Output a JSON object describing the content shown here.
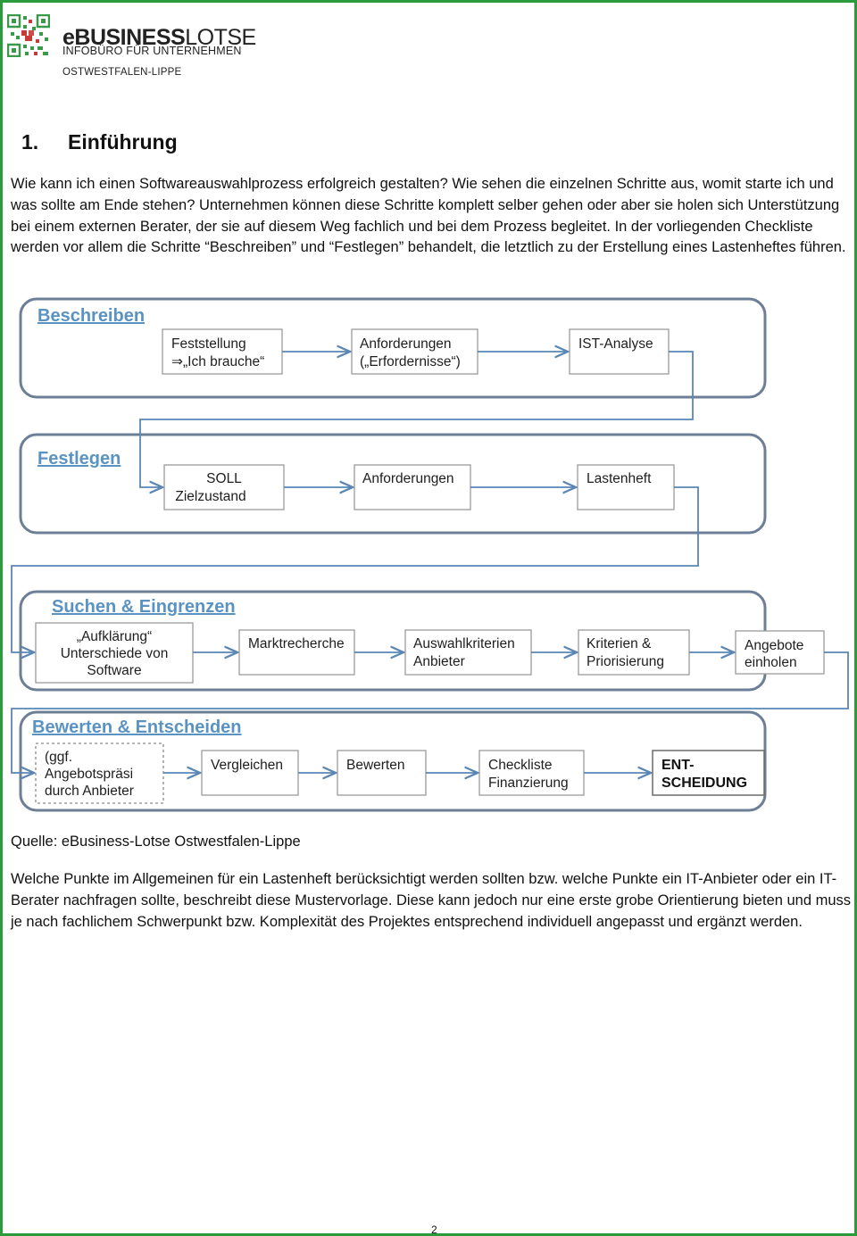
{
  "header": {
    "brand_bold": "eBUSINESS",
    "brand_light": "LOTSE",
    "subtitle_1": "INFOBÜRO FÜR UNTERNEHMEN",
    "subtitle_2": "OSTWESTFALEN-LIPPE"
  },
  "section": {
    "number": "1.",
    "title": "Einführung"
  },
  "intro_paragraph": "Wie kann ich einen Softwareauswahlprozess erfolgreich gestalten? Wie sehen die einzelnen Schritte aus, womit starte ich und was sollte am Ende stehen? Unternehmen können diese Schritte komplett selber gehen oder aber sie holen sich Unterstützung bei einem externen Berater, der sie auf diesem Weg fachlich und bei dem Prozess begleitet. In der vorliegenden Checkliste werden vor allem die Schritte “Beschreiben” und “Festlegen” behandelt, die letztlich zu der Erstellung eines Lastenheftes führen.",
  "diagram": {
    "phases": [
      {
        "title": "Beschreiben",
        "steps": [
          {
            "lines": [
              "Feststellung",
              "⇒„Ich brauche“"
            ]
          },
          {
            "lines": [
              "Anforderungen",
              "(„Erfordernisse“)"
            ]
          },
          {
            "lines": [
              "IST-Analyse"
            ]
          }
        ]
      },
      {
        "title": "Festlegen",
        "steps": [
          {
            "lines": [
              "SOLL",
              "Zielzustand"
            ]
          },
          {
            "lines": [
              "Anforderungen"
            ]
          },
          {
            "lines": [
              "Lastenheft"
            ]
          }
        ]
      },
      {
        "title": "Suchen & Eingrenzen",
        "steps": [
          {
            "lines": [
              "„Aufklärung“",
              "Unterschiede von",
              "Software"
            ]
          },
          {
            "lines": [
              "Marktrecherche"
            ]
          },
          {
            "lines": [
              "Auswahlkriterien",
              "Anbieter"
            ]
          },
          {
            "lines": [
              "Kriterien &",
              "Priorisierung"
            ]
          },
          {
            "lines": [
              "Angebote",
              "einholen"
            ]
          }
        ]
      },
      {
        "title": "Bewerten & Entscheiden",
        "steps": [
          {
            "lines": [
              "(ggf.",
              "Angebotspräsi",
              "durch Anbieter"
            ]
          },
          {
            "lines": [
              "Vergleichen"
            ]
          },
          {
            "lines": [
              "Bewerten"
            ]
          },
          {
            "lines": [
              "Checkliste",
              "Finanzierung"
            ]
          },
          {
            "lines": [
              "ENT-",
              "SCHEIDUNG"
            ]
          }
        ]
      }
    ],
    "colors": {
      "phase_border": "#6d7f96",
      "arrow": "#5a86b4",
      "title": "#5a93c2",
      "box_border": "#9a9a9a"
    }
  },
  "source_text": "Quelle: eBusiness-Lotse Ostwestfalen-Lippe",
  "closing_paragraph": "Welche Punkte im Allgemeinen für ein Lastenheft berücksichtigt werden sollten bzw. welche Punkte ein IT-Anbieter oder ein IT-Berater nachfragen sollte, beschreibt diese Mustervorlage. Diese kann jedoch nur eine erste grobe Orientierung bieten und muss je nach fachlichem Schwerpunkt bzw. Komplexität des Projektes entsprechend individuell angepasst und ergänzt werden.",
  "page_number": "2"
}
